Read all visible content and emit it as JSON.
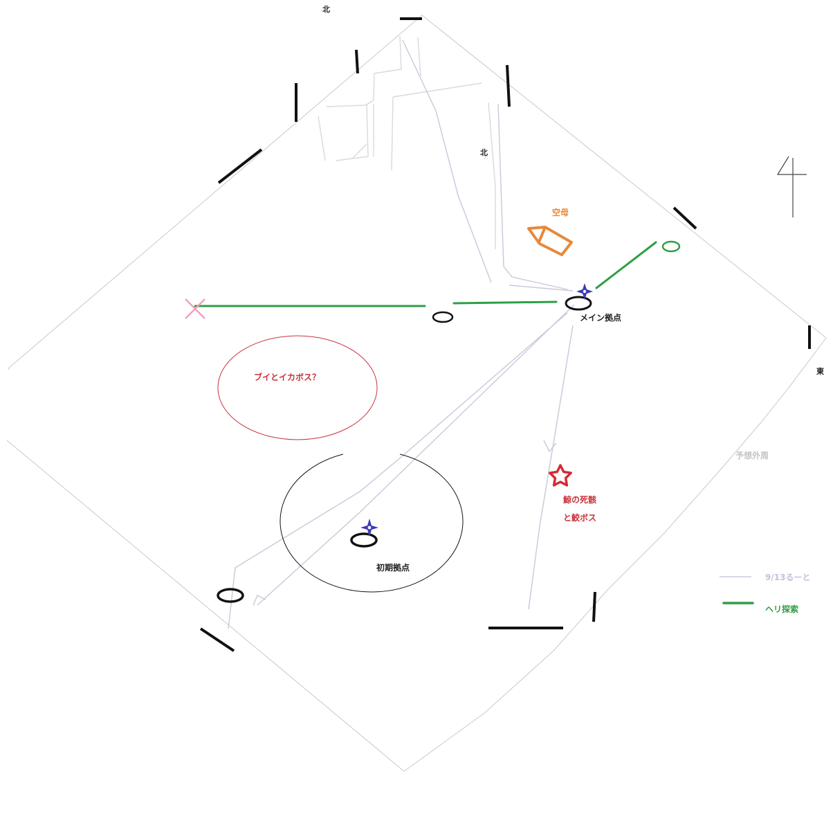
{
  "labels": {
    "north_top": "北",
    "north_inner": "北",
    "east": "東",
    "carrier": "空母",
    "main_base": "メイン拠点",
    "initial_base": "初期拠点",
    "buoy_squid_boss": "ブイとイカボス？",
    "whale_line1": "鯨の死骸",
    "whale_line2": "と鮫ボス",
    "expected_perimeter": "予想外周"
  },
  "legend": {
    "route_label": "9/13るーと",
    "heli_label": "ヘリ探索"
  },
  "colors": {
    "route": "#c8c8dc",
    "heli": "#2e9e46",
    "boss_circle": "#c8323c",
    "carrier": "#e8883a",
    "star": "#d42a36",
    "cross": "#f0a0b8",
    "base_marker": "#3a3ab8",
    "wall": "#111111"
  },
  "icons": {
    "carrier": "carrier-arrow-icon",
    "main_base_marker": "sparkle-icon",
    "initial_base_marker": "sparkle-icon",
    "whale_boss": "star-icon",
    "heli_end": "cross-icon"
  }
}
